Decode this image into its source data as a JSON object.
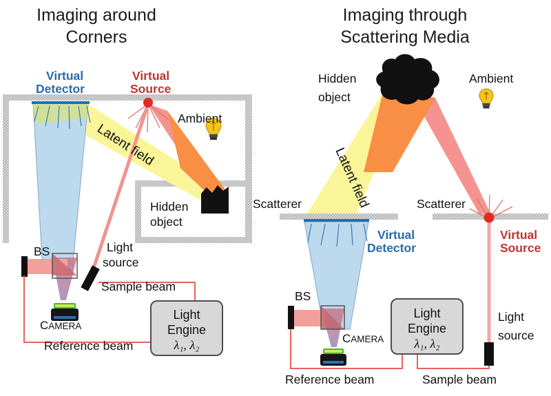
{
  "figure": {
    "background_color": "#ffffff",
    "panels": [
      {
        "id": "left",
        "title_line1": "Imaging around",
        "title_line2": "Corners",
        "labels": {
          "virtual_detector_l1": "Virtual",
          "virtual_detector_l2": "Detector",
          "virtual_source_l1": "Virtual",
          "virtual_source_l2": "Source",
          "ambient": "Ambient",
          "latent_field": "Latent field",
          "hidden_object_l1": "Hidden",
          "hidden_object_l2": "object",
          "light_source_l1": "Light",
          "light_source_l2": "source",
          "beam_splitter": "BS",
          "camera": "CAMERA",
          "camera_cap": "C",
          "camera_rest": "AMERA",
          "sample_beam": "Sample beam",
          "reference_beam": "Reference beam",
          "light_engine_l1": "Light",
          "light_engine_l2": "Engine",
          "light_engine_wavelengths": "λ₁, λ₂"
        }
      },
      {
        "id": "right",
        "title_line1": "Imaging through",
        "title_line2": "Scattering Media",
        "labels": {
          "hidden_object_l1": "Hidden",
          "hidden_object_l2": "object",
          "ambient": "Ambient",
          "latent_field": "Latent field",
          "scatterer_left": "Scatterer",
          "scatterer_right": "Scatterer",
          "virtual_detector_l1": "Virtual",
          "virtual_detector_l2": "Detector",
          "virtual_source_l1": "Virtual",
          "virtual_source_l2": "Source",
          "beam_splitter": "BS",
          "camera": "CAMERA",
          "camera_cap": "C",
          "camera_rest": "AMERA",
          "light_source_l1": "Light",
          "light_source_l2": "source",
          "reference_beam": "Reference beam",
          "sample_beam": "Sample beam",
          "light_engine_l1": "Light",
          "light_engine_l2": "Engine",
          "light_engine_wavelengths": "λ₁, λ₂"
        }
      }
    ],
    "colors": {
      "virtual_detector_blue": "#2a6ba8",
      "virtual_source_red": "#c0342b",
      "detector_cone_fill": "#bcd9ee",
      "source_cone_fill": "#f49390",
      "latent_field_yellow": "#fbf59a",
      "overlap_green": "#cfe09a",
      "overlap_orange": "#f98f44",
      "wall_gray": "#c9c9c9",
      "engine_box_fill": "#d8d8d8",
      "beam_line_red": "#e8615c",
      "hidden_object_black": "#111111",
      "bulb_yellow": "#f5c518",
      "camera_green": "#3fb63f",
      "text_black": "#111111"
    },
    "icons": {
      "ambient_bulb": "lightbulb-icon",
      "camera": "camera-icon",
      "mirror": "mirror-icon",
      "beam_splitter": "beamsplitter-icon",
      "virtual_source_dot": "red-dot-icon"
    }
  }
}
